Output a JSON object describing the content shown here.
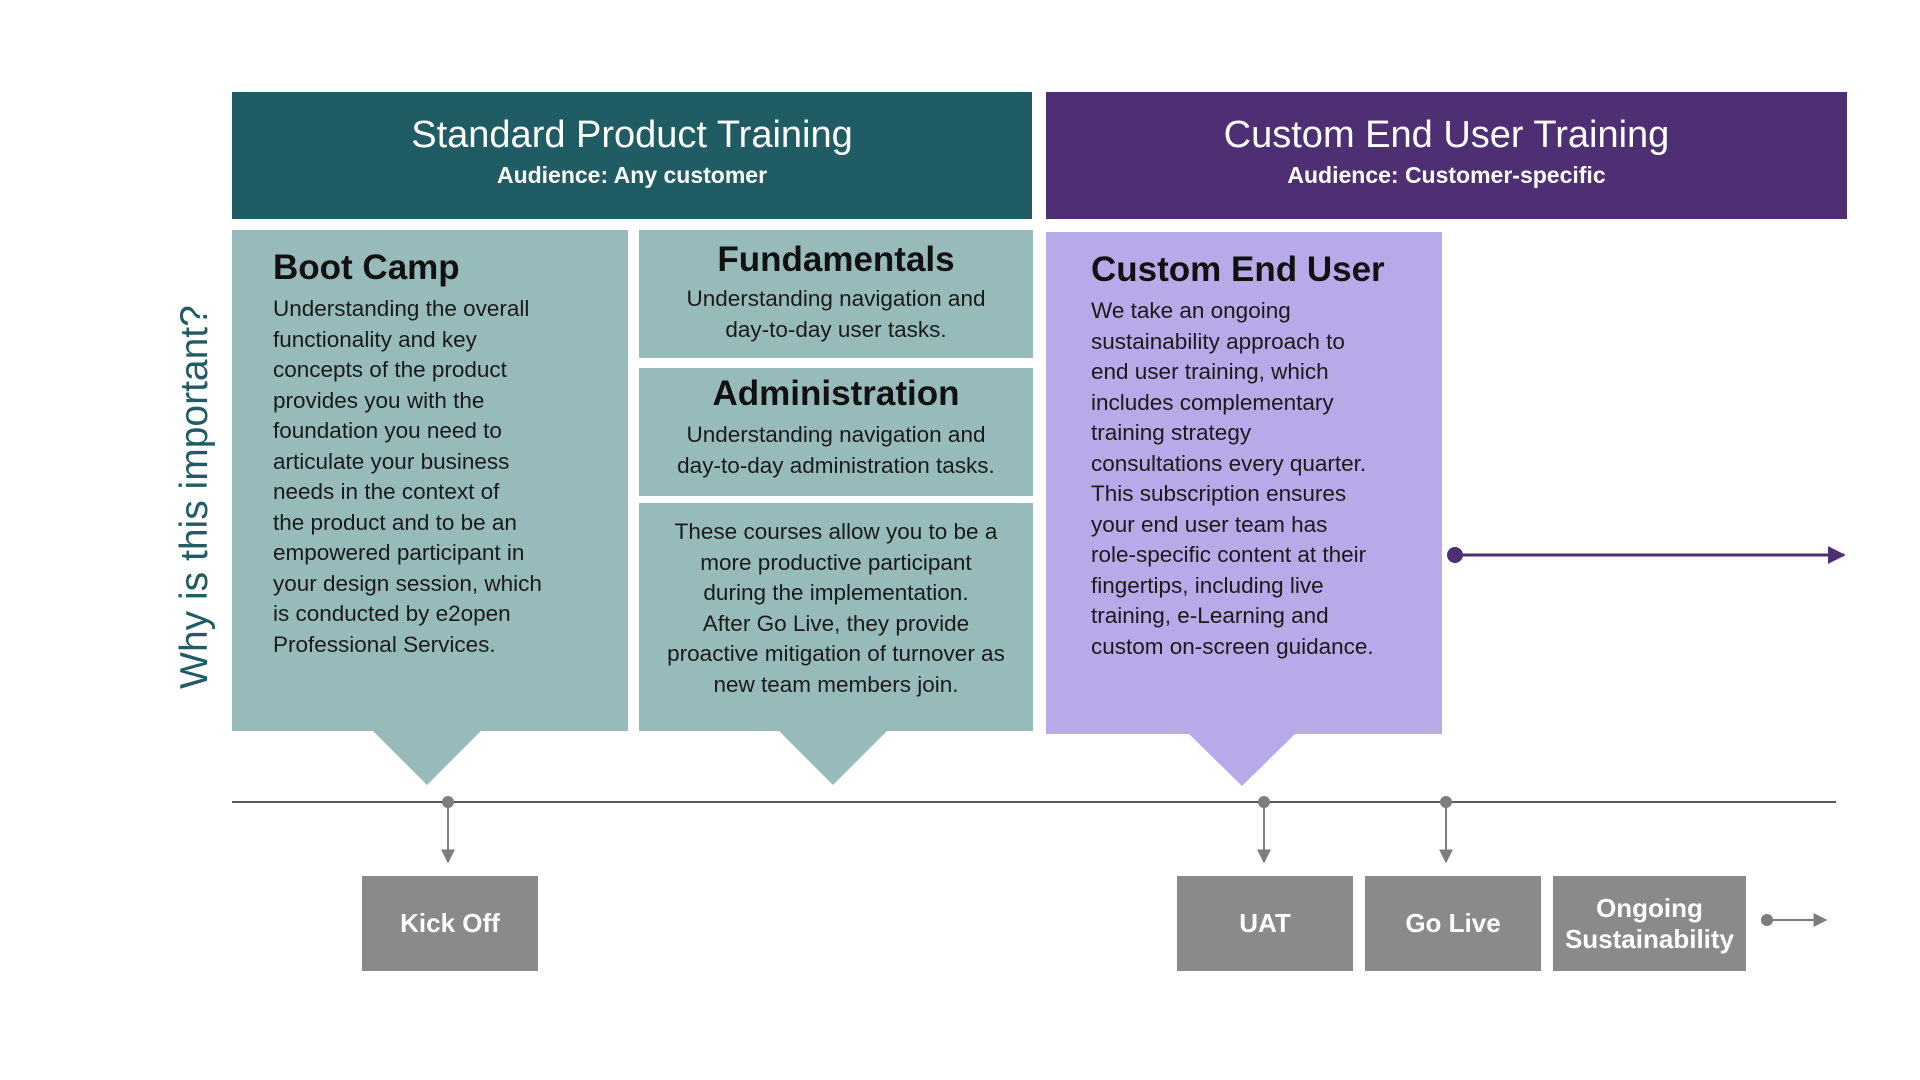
{
  "standard": {
    "title": "Standard Product Training",
    "audience": "Audience: Any customer",
    "color": "#1f5c64"
  },
  "custom": {
    "title": "Custom End User Training",
    "audience": "Audience: Customer-specific",
    "color": "#4f2f73"
  },
  "side_label": "Why is this important?",
  "cards": {
    "boot_camp": {
      "title": "Boot Camp",
      "lines": [
        "Understanding the overall",
        "functionality and key",
        "concepts of the product",
        "provides you with the",
        "foundation you need to",
        "articulate your business",
        "needs in the context of",
        "the product and to be an",
        "empowered participant in",
        "your design session, which",
        "is conducted by e2open",
        "Professional Services."
      ],
      "color": "#97bbba"
    },
    "fundamentals": {
      "title": "Fundamentals",
      "lines": [
        "Understanding navigation and",
        "day-to-day user tasks."
      ]
    },
    "administration": {
      "title": "Administration",
      "lines": [
        "Understanding navigation and",
        "day-to-day administration tasks."
      ]
    },
    "courses_note": {
      "lines": [
        "These courses allow you to be a",
        "more productive participant",
        "during the implementation.",
        "After Go Live, they provide",
        "proactive mitigation of turnover as",
        "new team members join."
      ]
    },
    "custom_end_user": {
      "title": "Custom End User",
      "lines": [
        "We take an ongoing",
        "sustainability approach to",
        "end user training, which",
        "includes complementary",
        "training strategy",
        "consultations every quarter.",
        "This subscription ensures",
        "your end user team has",
        "role-specific content at their",
        "fingertips, including live",
        "training, e-Learning and",
        "custom on-screen guidance."
      ],
      "color": "#b8a9e8"
    }
  },
  "milestones": {
    "kick_off": "Kick Off",
    "uat": "UAT",
    "go_live": "Go Live",
    "ongoing": [
      "Ongoing",
      "Sustainability"
    ],
    "color": "#8a8a8a"
  }
}
